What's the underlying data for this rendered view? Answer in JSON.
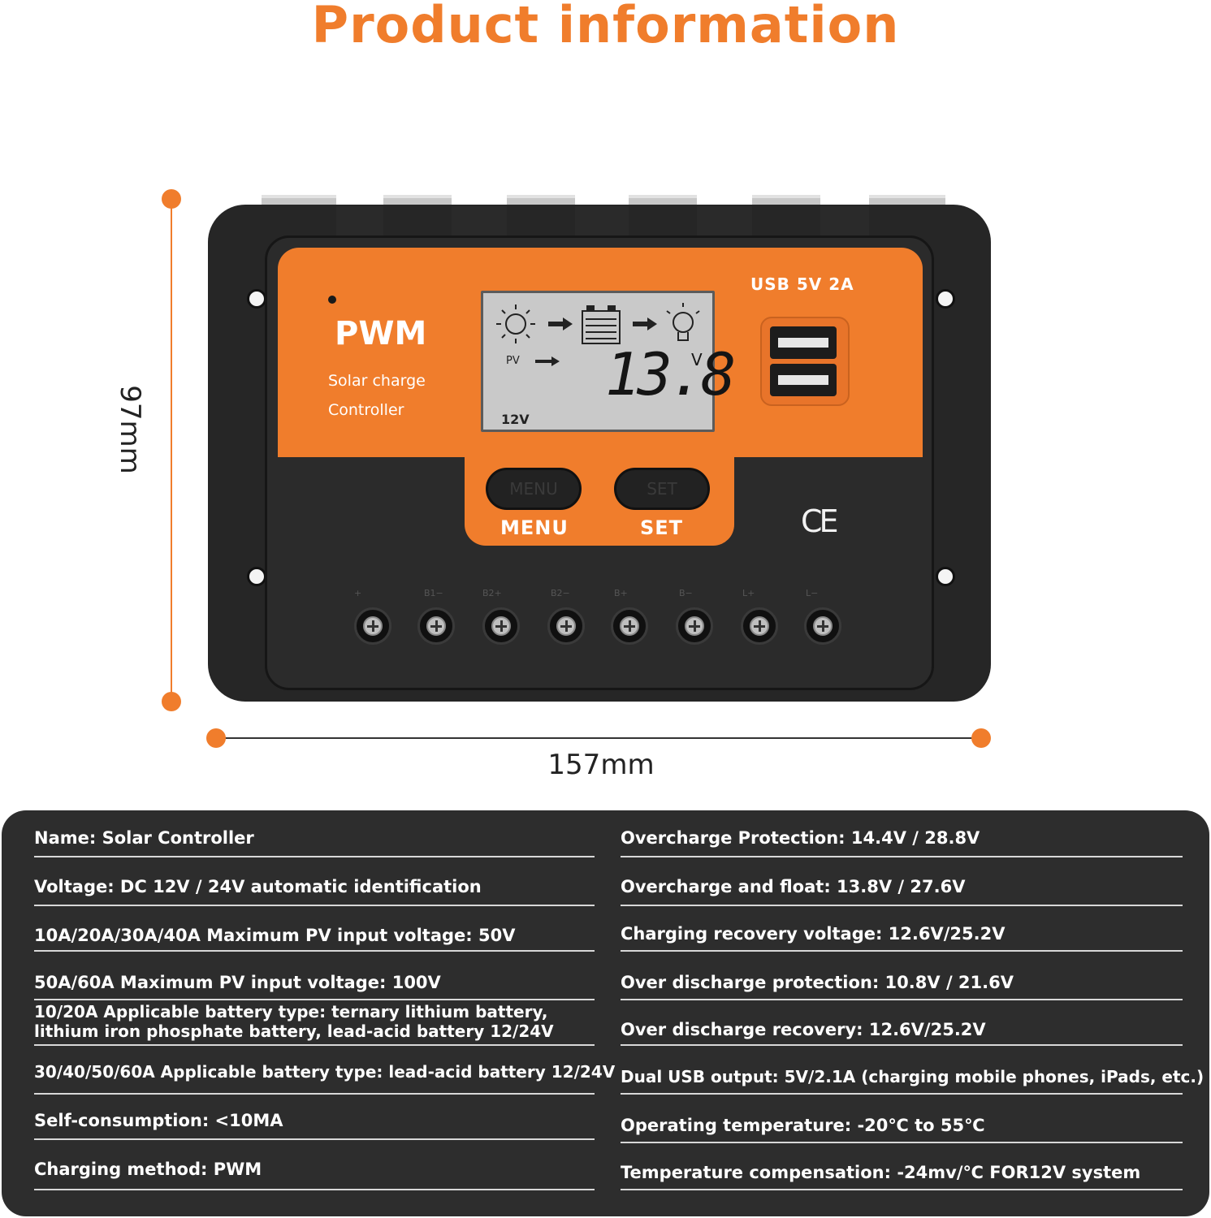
{
  "title": "Product information",
  "dimensions": {
    "height": "97mm",
    "width": "157mm"
  },
  "device": {
    "brand": "PWM",
    "subtitle_line1": "Solar charge",
    "subtitle_line2": "Controller",
    "display": {
      "pv_label": "PV",
      "voltage": "13.8",
      "unit": "V",
      "system": "12V"
    },
    "usb_label": "USB  5V  2A",
    "buttons": [
      {
        "engraved": "MENU",
        "label": "MENU"
      },
      {
        "engraved": "SET",
        "label": "SET"
      }
    ],
    "ce_mark": "CE",
    "terminal_labels": [
      "+",
      "B1−",
      "B2+",
      "B2−",
      "B+",
      "B−",
      "L+",
      "L−"
    ]
  },
  "specs": {
    "left": [
      "Name: Solar Controller",
      "Voltage: DC 12V / 24V automatic identification",
      "10A/20A/30A/40A Maximum PV input voltage: 50V",
      "50A/60A Maximum PV input voltage: 100V",
      "10/20A Applicable battery type: ternary lithium battery,",
      "lithium iron phosphate battery, lead-acid battery 12/24V",
      "30/40/50/60A Applicable battery type: lead-acid battery 12/24V",
      "Self-consumption: <10MA",
      "Charging method: PWM"
    ],
    "right": [
      "Overcharge Protection: 14.4V / 28.8V",
      "Overcharge and float: 13.8V / 27.6V",
      "Charging recovery voltage: 12.6V/25.2V",
      "Over discharge protection: 10.8V / 21.6V",
      "Over discharge recovery: 12.6V/25.2V",
      "Dual USB output: 5V/2.1A (charging mobile phones, iPads, etc.)",
      "Operating temperature: -20℃ to 55℃",
      "Temperature compensation: -24mv/℃ FOR12V system"
    ]
  },
  "colors": {
    "accent": "#f07d2c",
    "panel": "#2d2d2d",
    "device_body": "#262626"
  }
}
